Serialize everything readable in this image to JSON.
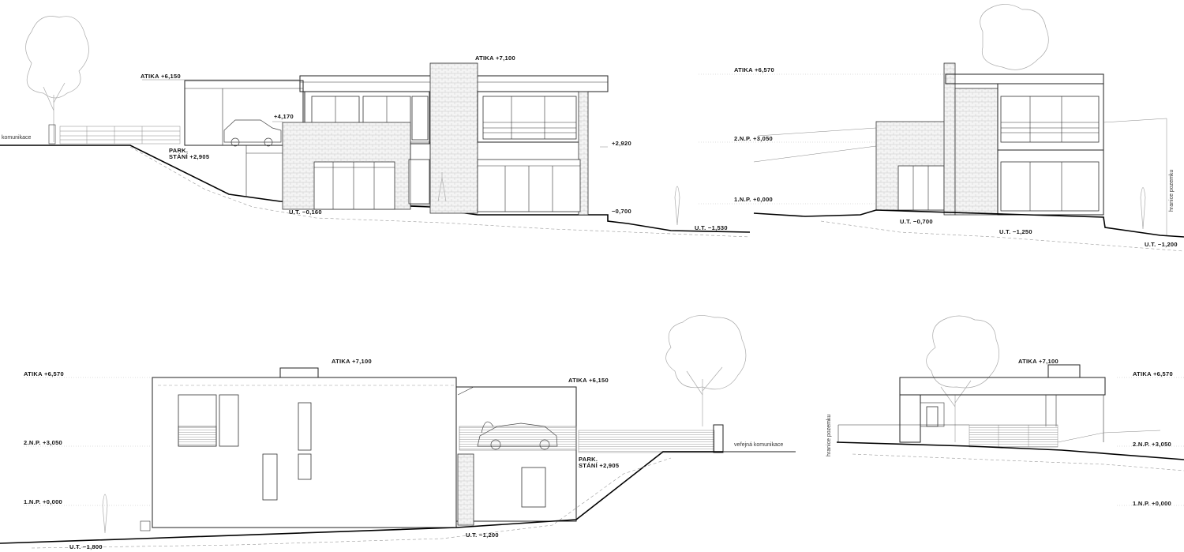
{
  "top_left": {
    "atika_top": "ATIKA +7,100",
    "atika_left": "ATIKA +6,150",
    "level_4170": "+4,170",
    "park_1": "PARK.",
    "park_2": "STÁNÍ +2,905",
    "level_2920": "+2,920",
    "level_minus_0700": "−0,700",
    "ut_0160": "U.T. −0,160",
    "ut_1530": "U.T. −1,530",
    "road": "komunikace"
  },
  "top_right": {
    "atika": "ATIKA +6,570",
    "np2": "2.N.P. +3,050",
    "np1": "1.N.P. +0,000",
    "ut_0700": "U.T. −0,700",
    "ut_1250": "U.T. −1,250",
    "ut_1200": "U.T. −1,200",
    "boundary": "hranice pozemku"
  },
  "bottom_left": {
    "atika_left": "ATIKA +6,570",
    "atika_top": "ATIKA +7,100",
    "atika_right": "ATIKA +6,150",
    "np2": "2.N.P. +3,050",
    "np1": "1.N.P. +0,000",
    "park_1": "PARK.",
    "park_2": "STÁNÍ +2,905",
    "road": "veřejná komunikace",
    "ut_1800": "U.T. −1,800",
    "ut_1200": "U.T. −1,200"
  },
  "bottom_right": {
    "atika_top": "ATIKA +7,100",
    "atika_right": "ATIKA +6,570",
    "np2": "2.N.P. +3,050",
    "np1": "1.N.P. +0,000",
    "boundary": "hranice pozemku"
  }
}
